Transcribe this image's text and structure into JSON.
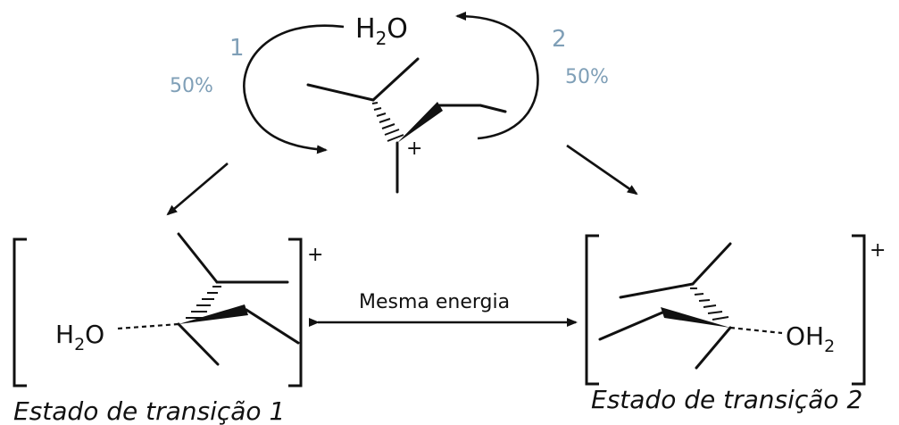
{
  "reagent": {
    "formula": "H",
    "sub": "2",
    "tail": "O"
  },
  "cation_charge": "+",
  "pathways": [
    {
      "number": "1",
      "percent": "50%"
    },
    {
      "number": "2",
      "percent": "50%"
    }
  ],
  "transition_states": [
    {
      "label": "Estado de transição 1",
      "group_main": "H",
      "group_sub": "2",
      "group_tail": "O",
      "charge": "+"
    },
    {
      "label": "Estado de transição 2",
      "group_main": "OH",
      "group_sub": "2",
      "group_tail": "",
      "charge": "+"
    }
  ],
  "equilibrium_label": "Mesma energia",
  "colors": {
    "ink": "#111111",
    "accent": "#7f9fb7"
  }
}
